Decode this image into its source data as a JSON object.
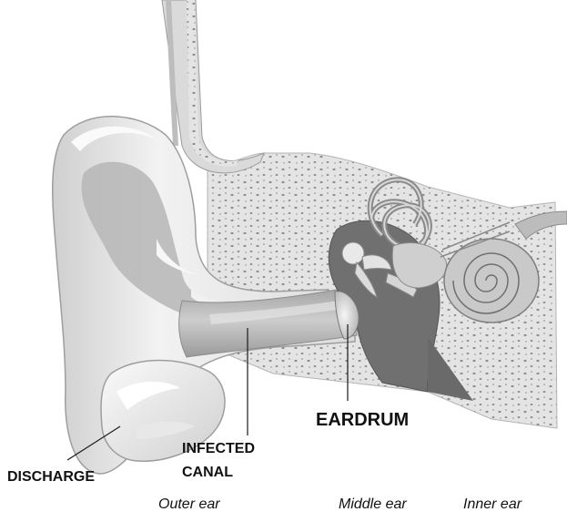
{
  "labels": {
    "discharge": "DISCHARGE",
    "infected_canal_line1": "INFECTED",
    "infected_canal_line2": "CANAL",
    "eardrum": "EARDRUM"
  },
  "regions": {
    "outer_ear": "Outer ear",
    "middle_ear": "Middle ear",
    "inner_ear": "Inner ear"
  },
  "colors": {
    "bone": "#e4e4e4",
    "bone_dots": "#8c8c8c",
    "skin_light": "#f1f1f1",
    "skin_mid": "#d5d5d5",
    "skin_dark": "#a9a9a9",
    "canal": "#c2c2c2",
    "cavity": "#6f6f6f",
    "label_text": "#111111"
  }
}
